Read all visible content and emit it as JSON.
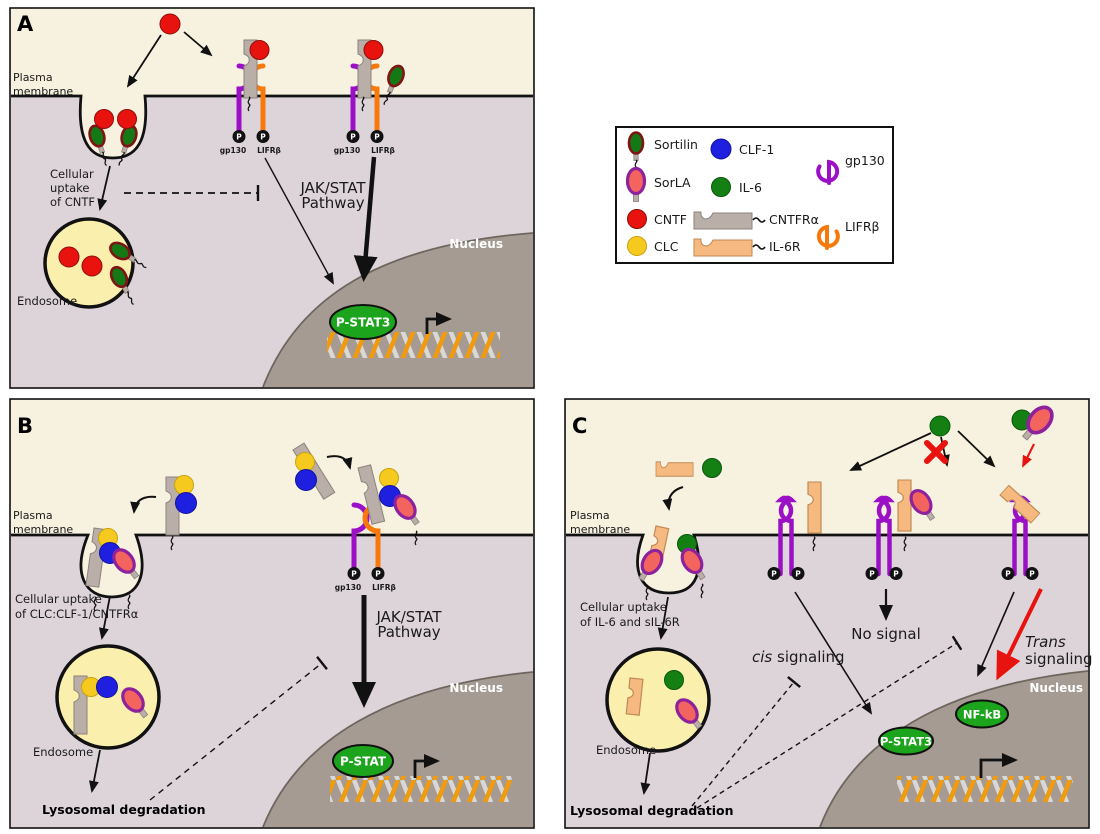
{
  "labels": {
    "p": "P",
    "gp130": "gp130",
    "lifrb": "LIFRβ",
    "plasma_membrane": [
      "Plasma",
      "membrane"
    ],
    "nucleus": "Nucleus",
    "endosome": "Endosome",
    "jak_stat": [
      "JAK/STAT",
      "Pathway"
    ],
    "lysosomal_degradation": "Lysosomal degradation"
  },
  "panel_a": {
    "label": "A",
    "uptake_caption": [
      "Cellular",
      "uptake",
      "of CNTF"
    ],
    "pstat3": "P-STAT3"
  },
  "panel_b": {
    "label": "B",
    "uptake_caption": [
      "Cellular uptake",
      "of CLC:CLF-1/CNTFRα"
    ],
    "pstat": "P-STAT"
  },
  "panel_c": {
    "label": "C",
    "uptake_caption": [
      "Cellular uptake",
      "of IL-6 and sIL-6R"
    ],
    "no_signal": "No signal",
    "cis_italic": "cis",
    "cis_rest": " signaling",
    "trans_italic": "Trans",
    "trans_rest": "signaling",
    "pstat3": "P-STAT3",
    "nfkb": "NF-kB"
  },
  "legend": {
    "items": [
      {
        "icon": "sortilin-icon",
        "label": "Sortilin"
      },
      {
        "icon": "sorla-icon",
        "label": "SorLA"
      },
      {
        "icon": "cntf-icon",
        "label": "CNTF"
      },
      {
        "icon": "clc-icon",
        "label": "CLC"
      },
      {
        "icon": "clf1-icon",
        "label": "CLF-1"
      },
      {
        "icon": "il6-icon",
        "label": "IL-6"
      },
      {
        "icon": "cntfra-icon",
        "label": "CNTFRα"
      },
      {
        "icon": "il6r-icon",
        "label": "IL-6R"
      },
      {
        "icon": "gp130-icon",
        "label": "gp130"
      },
      {
        "icon": "lifrb-icon",
        "label": "LIFRβ"
      }
    ]
  },
  "colors": {
    "gp130": "#9b10c7",
    "lifrb": "#f7790b",
    "cntf": "#e8120e",
    "clc": "#f6c91f",
    "clf1": "#1f1fe0",
    "il6": "#148014",
    "sortilin": "#147814",
    "sortilin_ring": "#7e1414",
    "sorla": "#f4645f",
    "sorla_ring": "#8e219c",
    "cntfra": "#b9aea8",
    "il6r": "#f6b97f",
    "extracellular": "#f7f2e0",
    "cytoplasm": "#ddd4da",
    "nucleus": "#a59b92",
    "endosome": "#faefad",
    "dna_orange": "#f09a0c",
    "active_green": "#1ca51c",
    "inhibit_red": "#e8120e"
  }
}
